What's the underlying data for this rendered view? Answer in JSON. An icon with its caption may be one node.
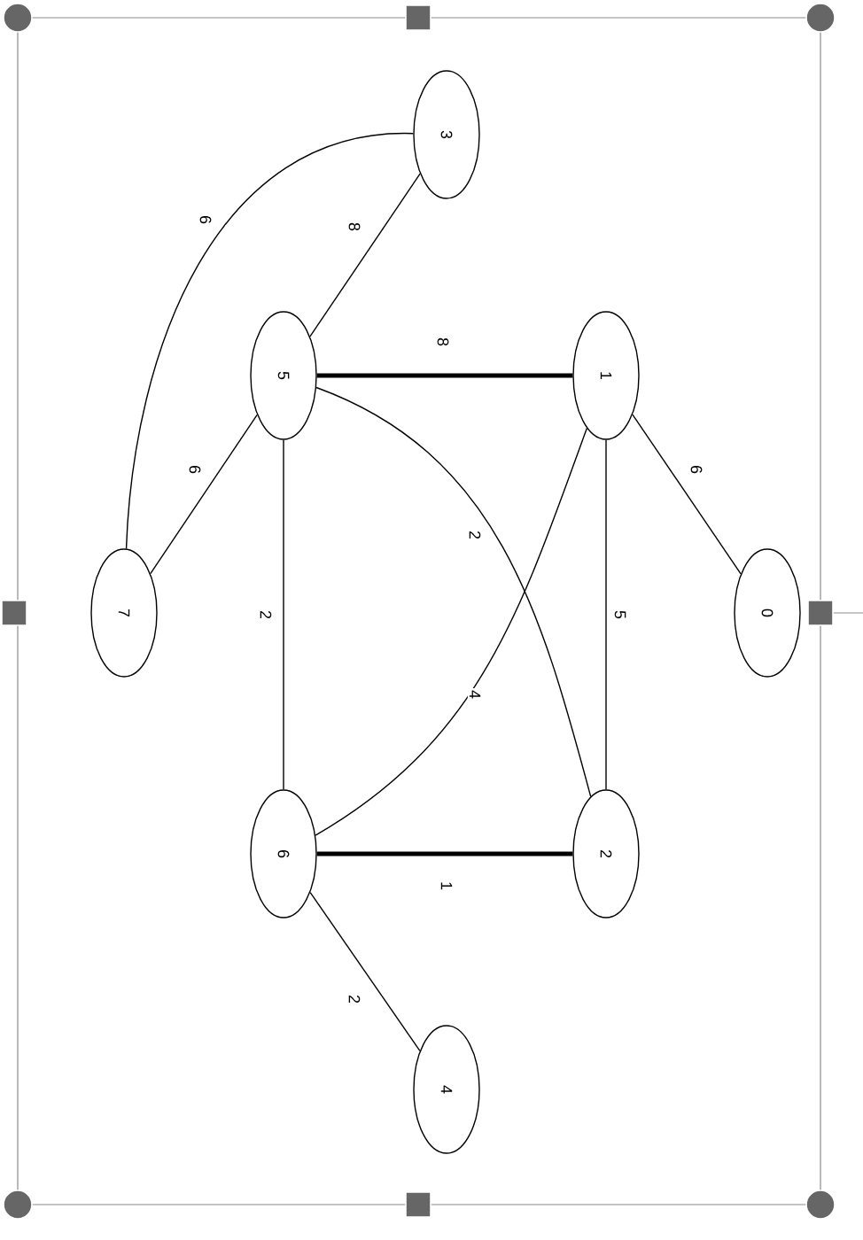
{
  "diagram": {
    "nodes": [
      {
        "text": [
          "3"
        ]
      },
      {
        "text": [
          "5"
        ]
      },
      {
        "text": [
          "1"
        ]
      },
      {
        "text": [
          "7"
        ]
      },
      {
        "text": [
          "0"
        ]
      },
      {
        "text": [
          "6"
        ]
      },
      {
        "text": [
          "2"
        ]
      },
      {
        "text": [
          "4"
        ]
      }
    ],
    "edges": [
      {
        "from": 3,
        "to": 0,
        "arrow": "none",
        "label": "6"
      },
      {
        "from": 1,
        "to": 0,
        "arrow": "none",
        "label": "8"
      },
      {
        "from": 1,
        "to": 2,
        "arrow": "none",
        "label": "8",
        "style": "thick"
      },
      {
        "from": 1,
        "to": 3,
        "arrow": "none",
        "label": "6"
      },
      {
        "from": 1,
        "to": 5,
        "arrow": "none",
        "label": "2"
      },
      {
        "from": 1,
        "to": 6,
        "arrow": "none",
        "label": "2"
      },
      {
        "from": 2,
        "to": 5,
        "arrow": "none",
        "label": "4"
      },
      {
        "from": 2,
        "to": 6,
        "arrow": "none",
        "label": "5"
      },
      {
        "from": 2,
        "to": 4,
        "arrow": "none",
        "label": "6"
      },
      {
        "from": 5,
        "to": 6,
        "arrow": "none",
        "label": "1",
        "style": "thick"
      },
      {
        "from": 5,
        "to": 7,
        "arrow": "none",
        "label": "2"
      }
    ]
  }
}
